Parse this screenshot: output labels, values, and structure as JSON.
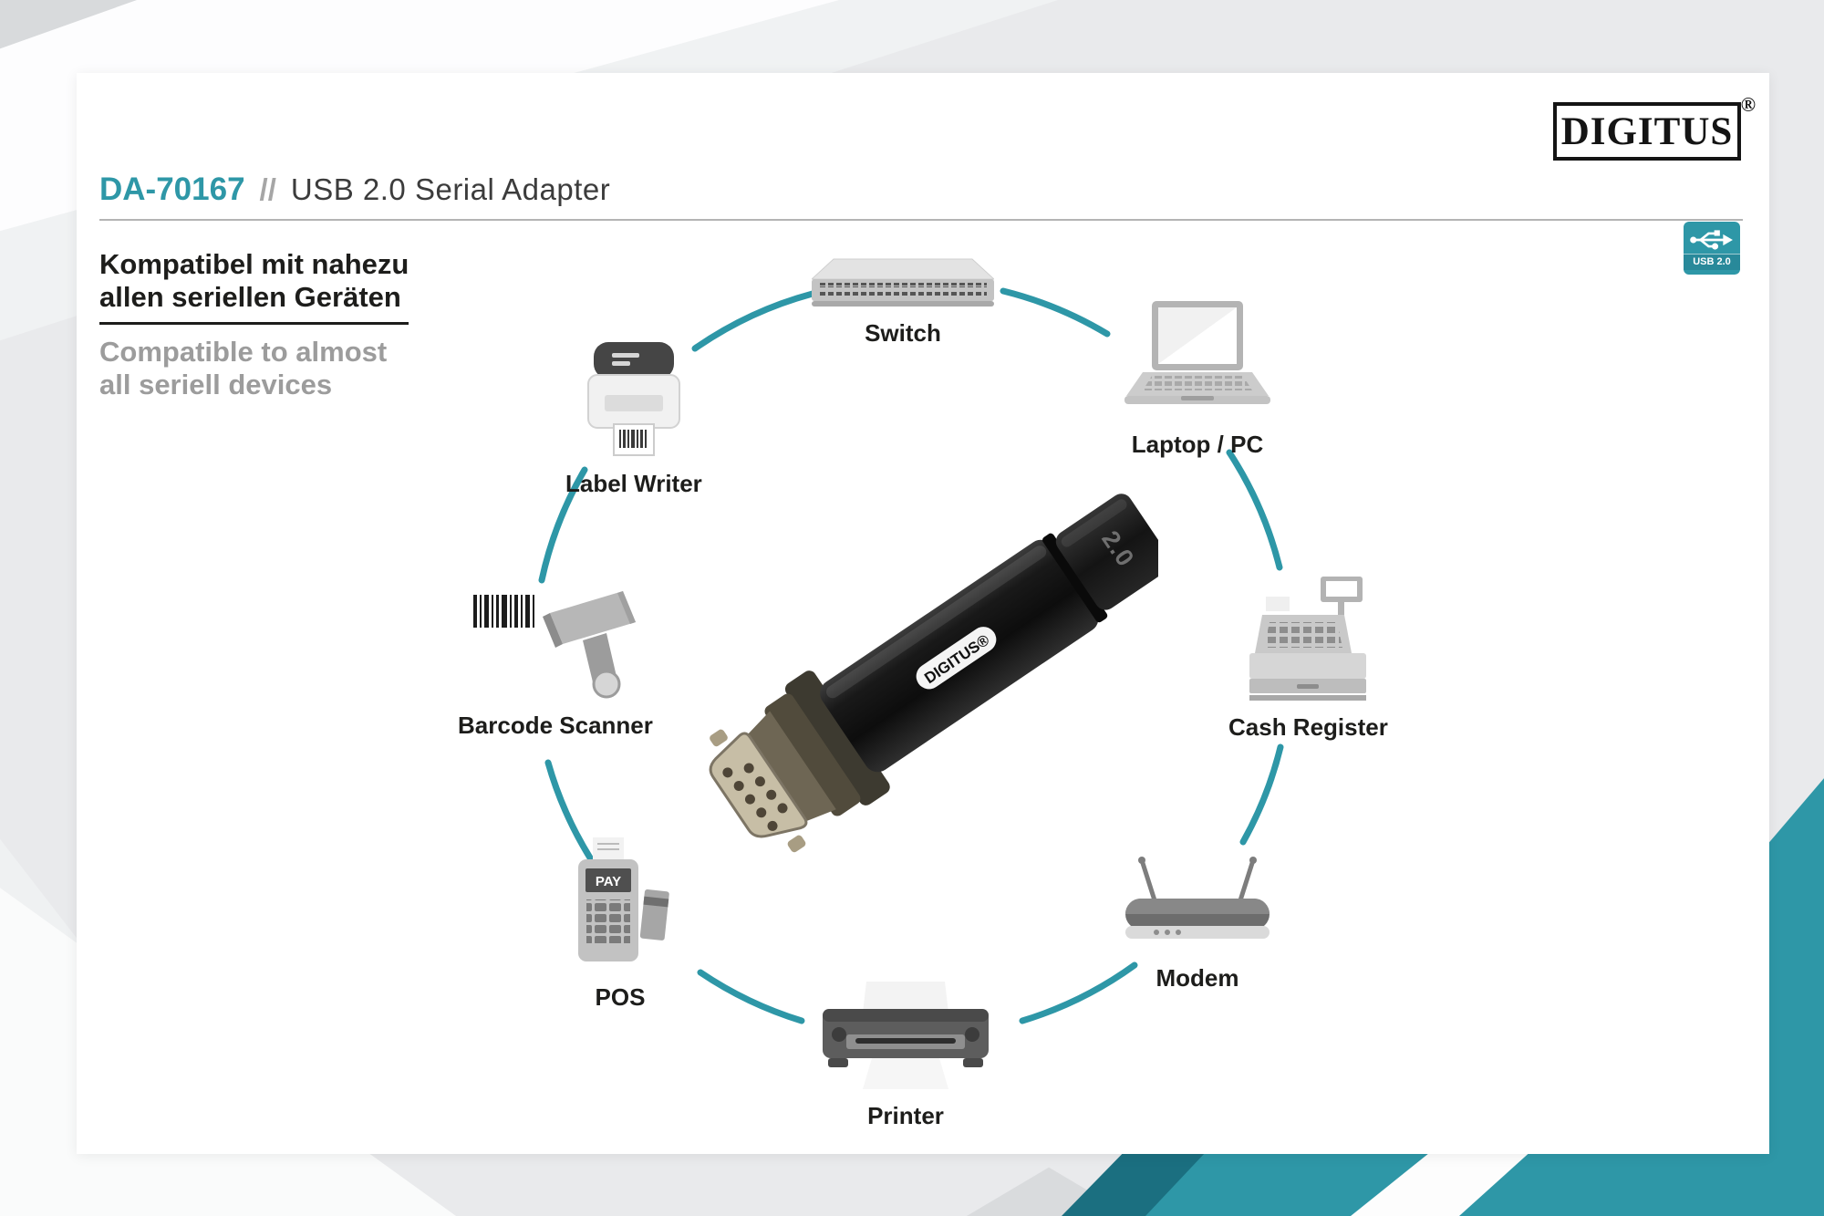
{
  "colors": {
    "accent_teal": "#2E97A7",
    "accent_teal_dark": "#1B6F80",
    "text_dark": "#1D1D1B",
    "text_gray": "#9C9C9C"
  },
  "logo": {
    "text": "DIGITUS",
    "registered_mark": "®"
  },
  "header": {
    "model": "DA-70167",
    "separator": "//",
    "title": "USB 2.0 Serial Adapter"
  },
  "claims": {
    "de_line1": "Kompatibel mit nahezu",
    "de_line2": "allen seriellen Geräten",
    "en_line1": "Compatible to almost",
    "en_line2": "all seriell devices"
  },
  "usb_badge": {
    "label": "USB 2.0"
  },
  "product": {
    "body_label": "DIGITUS®",
    "cap_text": "2.0"
  },
  "devices": [
    {
      "id": "switch",
      "label": "Switch"
    },
    {
      "id": "laptop-pc",
      "label": "Laptop / PC"
    },
    {
      "id": "cash-register",
      "label": "Cash Register"
    },
    {
      "id": "modem",
      "label": "Modem"
    },
    {
      "id": "printer",
      "label": "Printer"
    },
    {
      "id": "pos",
      "label": "POS",
      "display_text": "PAY"
    },
    {
      "id": "barcode-scanner",
      "label": "Barcode Scanner"
    },
    {
      "id": "label-writer",
      "label": "Label Writer"
    }
  ]
}
